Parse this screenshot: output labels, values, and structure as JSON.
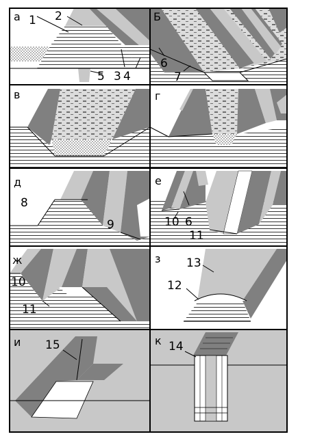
{
  "panels": [
    {
      "id": "a",
      "letter": "а",
      "callouts": [
        "1",
        "2",
        "5",
        "3",
        "4"
      ]
    },
    {
      "id": "b",
      "letter": "Б",
      "callouts": [
        "6",
        "7"
      ]
    },
    {
      "id": "v",
      "letter": "в",
      "callouts": []
    },
    {
      "id": "g",
      "letter": "г",
      "callouts": []
    },
    {
      "id": "d",
      "letter": "д",
      "callouts": [
        "8",
        "9"
      ]
    },
    {
      "id": "e",
      "letter": "е",
      "callouts": [
        "10",
        "6",
        "11"
      ]
    },
    {
      "id": "zh",
      "letter": "ж",
      "callouts": [
        "10",
        "11"
      ]
    },
    {
      "id": "z",
      "letter": "з",
      "callouts": [
        "13",
        "12"
      ]
    },
    {
      "id": "i",
      "letter": "и",
      "callouts": [
        "15"
      ]
    },
    {
      "id": "k",
      "letter": "к",
      "callouts": [
        "14"
      ]
    }
  ],
  "colors": {
    "dark": "#808080",
    "light": "#c8c8c8",
    "white": "#ffffff",
    "line": "#000000"
  }
}
